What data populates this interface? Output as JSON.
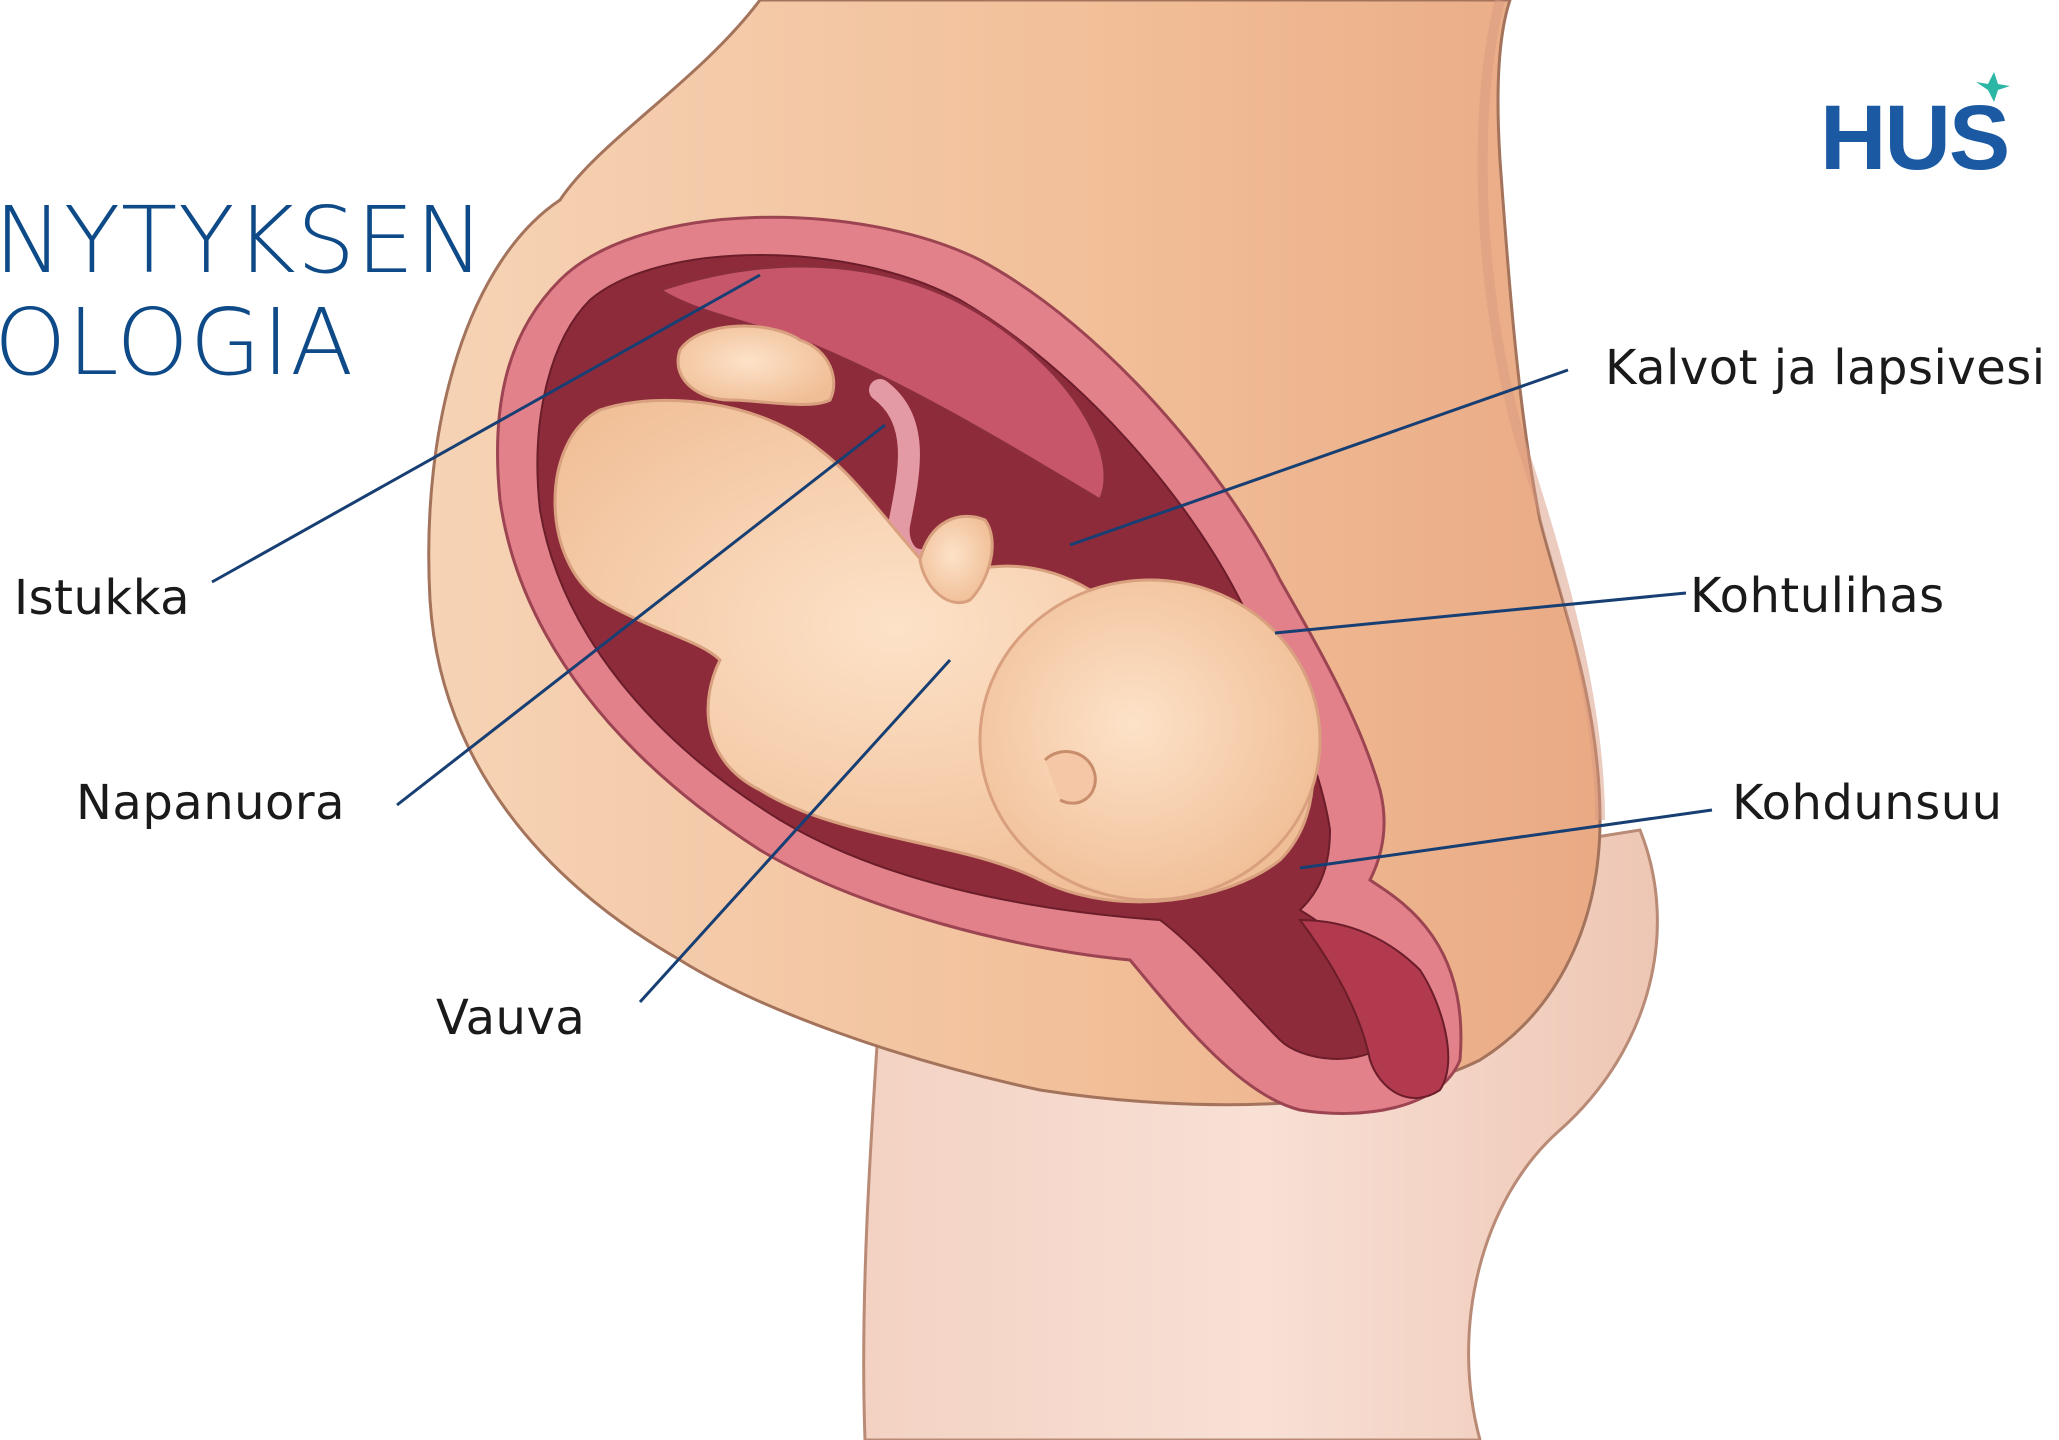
{
  "title": {
    "line1": "NYTYKSEN",
    "line2": "OLOGIA"
  },
  "logo": {
    "text": "HUS",
    "brand_color": "#1b5aa3",
    "accent_color": "#2bb6a6",
    "mark_icon": "cross-star-icon"
  },
  "labels": {
    "istukka": "Istukka",
    "napanuora": "Napanuora",
    "vauva": "Vauva",
    "kalvot": "Kalvot ja lapsivesi",
    "kohtulihas": "Kohtulihas",
    "kohdunsuu": "Kohdunsuu"
  },
  "colors": {
    "skin": "#f2c49f",
    "uterus": "#d9707a",
    "cavity": "#8e2b3a",
    "leader_line": "#173f73"
  }
}
